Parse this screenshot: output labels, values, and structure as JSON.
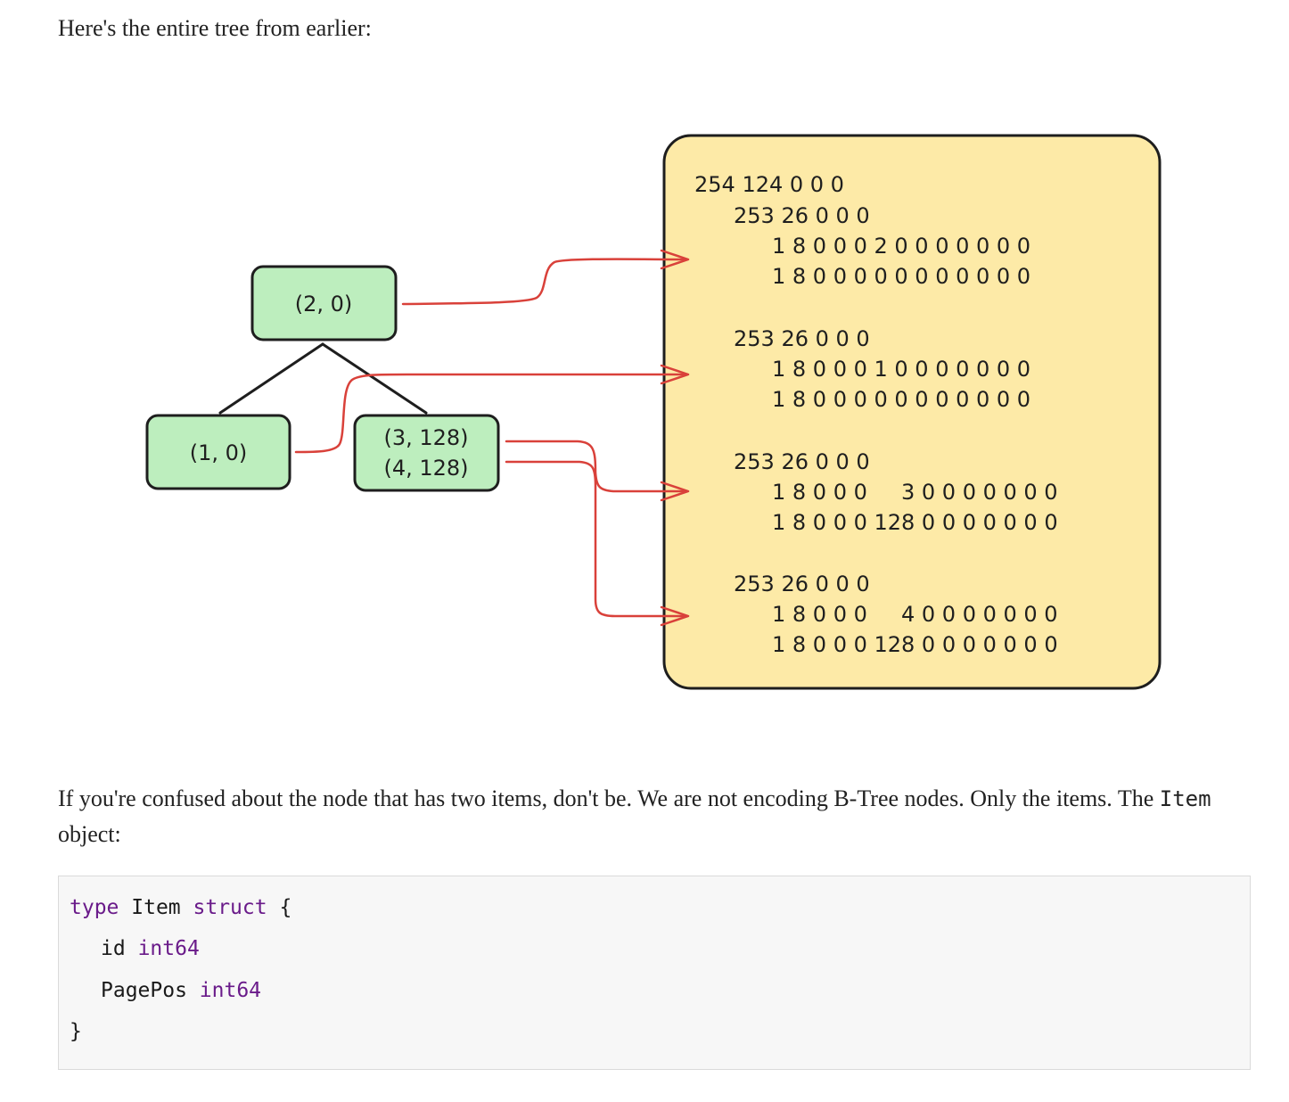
{
  "intro_text": "Here's the entire tree from earlier:",
  "diagram": {
    "nodes": [
      {
        "id": "root",
        "lines": [
          "(2, 0)"
        ]
      },
      {
        "id": "left",
        "lines": [
          "(1, 0)"
        ]
      },
      {
        "id": "right",
        "lines": [
          "(3, 128)",
          "(4, 128)"
        ]
      }
    ],
    "encoded_groups": [
      {
        "header": "254 124 0 0 0",
        "sub_header": "253 26 0 0 0",
        "rows": [
          "1 8 0 0 0 2 0 0 0 0 0 0 0",
          "1 8 0 0 0 0 0 0 0 0 0 0 0"
        ]
      },
      {
        "header": "253 26 0 0 0",
        "rows": [
          "1 8 0 0 0 1 0 0 0 0 0 0 0",
          "1 8 0 0 0 0 0 0 0 0 0 0 0"
        ]
      },
      {
        "header": "253 26 0 0 0",
        "rows": [
          "1 8 0 0 0     3 0 0 0 0 0 0 0",
          "1 8 0 0 0 128 0 0 0 0 0 0 0"
        ]
      },
      {
        "header": "253 26 0 0 0",
        "rows": [
          "1 8 0 0 0     4 0 0 0 0 0 0 0",
          "1 8 0 0 0 128 0 0 0 0 0 0 0"
        ]
      }
    ],
    "colors": {
      "node_fill": "#bdeebe",
      "panel_fill": "#fdeaa7",
      "arrow": "#d9413a",
      "stroke": "#1e1e1e"
    }
  },
  "confused_text": {
    "before": "If you're confused about the node that has two items, don't be. We are not encoding B-Tree nodes. Only the items. The ",
    "code": "Item",
    "after": " object:"
  },
  "code": {
    "line1": {
      "kw1": "type",
      "name": "Item",
      "kw2": "struct",
      "brace": "{"
    },
    "line2": {
      "field": "id",
      "type": "int64"
    },
    "line3": {
      "field": "PagePos",
      "type": "int64"
    },
    "line4": {
      "brace": "}"
    }
  }
}
